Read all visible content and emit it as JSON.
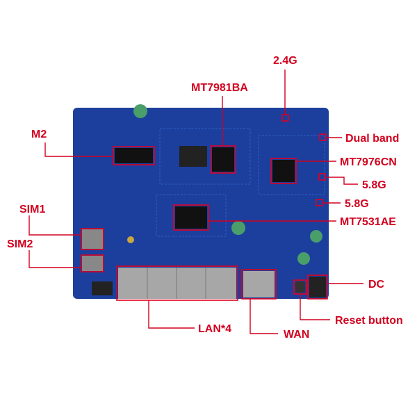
{
  "labels": {
    "g24": "2.4G",
    "mt7981": "MT7981BA",
    "m2": "M2",
    "dual": "Dual band",
    "mt7976": "MT7976CN",
    "g58a": "5.8G",
    "g58b": "5.8G",
    "mt7531": "MT7531AE",
    "sim1": "SIM1",
    "sim2": "SIM2",
    "dc": "DC",
    "reset": "Reset button",
    "lan": "LAN*4",
    "wan": "WAN"
  },
  "colors": {
    "board": "#1b3fa0",
    "annotation": "#d2001e"
  }
}
